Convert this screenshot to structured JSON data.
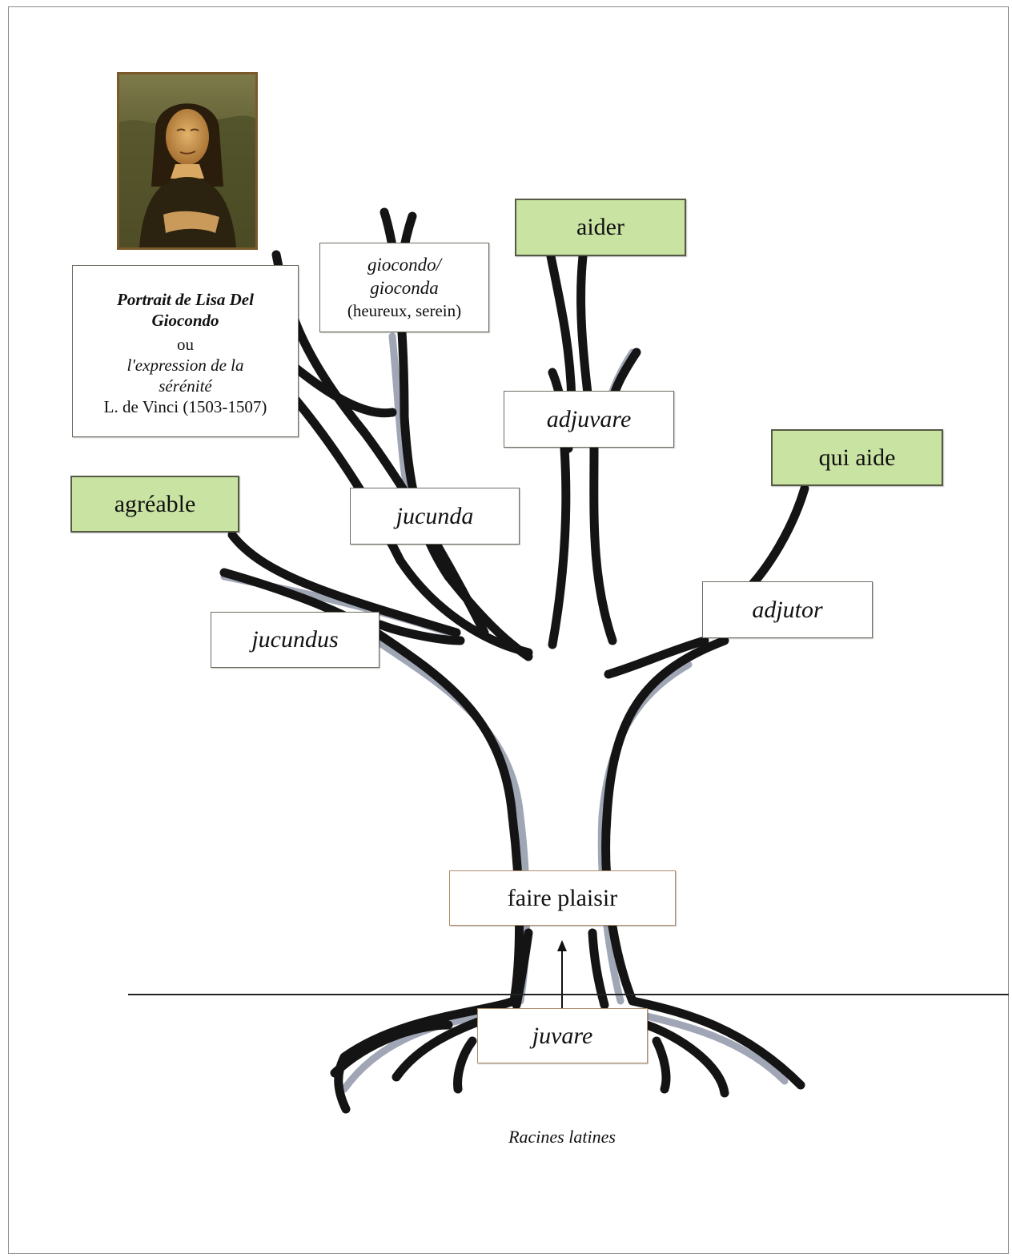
{
  "colors": {
    "green_fill": "#c9e3a3",
    "branch_dark": "#141414",
    "branch_shade": "#8f97a8",
    "painting_frame": "#7a5a2a"
  },
  "painting": {
    "icon": "mona-lisa-portrait-image"
  },
  "caption": {
    "line1": "Portrait de Lisa Del",
    "line2": "Giocondo",
    "line3": "ou",
    "line4": "l'expression de la",
    "line5": "sérénité",
    "line6": "L. de Vinci (1503-1507)"
  },
  "giocondo": {
    "line1": "giocondo/",
    "line2": "gioconda",
    "line3": "(heureux, serein)"
  },
  "boxes": {
    "aider": "aider",
    "adjuvare": "adjuvare",
    "qui_aide": "qui aide",
    "agreable": "agréable",
    "jucunda": "jucunda",
    "jucundus": "jucundus",
    "adjutor": "adjutor",
    "faire_plaisir": "faire plaisir",
    "juvare": "juvare"
  },
  "footer": "Racines latines"
}
